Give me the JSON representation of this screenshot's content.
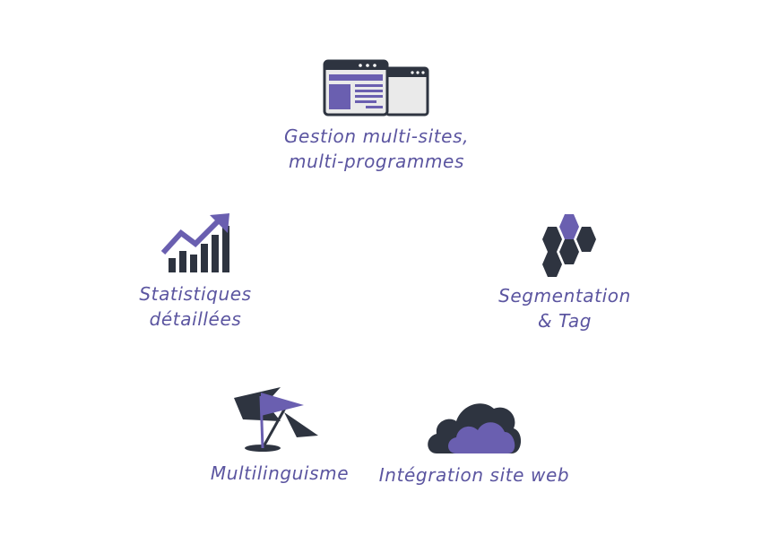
{
  "colors": {
    "accent": "#6a5fb0",
    "dark": "#2e3440",
    "label": "#5b55a0"
  },
  "features": [
    {
      "icon": "browser-windows-icon",
      "line1": "Gestion multi-sites,",
      "line2": "multi-programmes"
    },
    {
      "icon": "trending-chart-icon",
      "line1": "Statistiques",
      "line2": "détaillées"
    },
    {
      "icon": "hexagons-icon",
      "line1": "Segmentation",
      "line2": "& Tag"
    },
    {
      "icon": "flags-icon",
      "line1": "Multilinguisme"
    },
    {
      "icon": "cloud-icon",
      "line1": "Intégration site web"
    }
  ]
}
